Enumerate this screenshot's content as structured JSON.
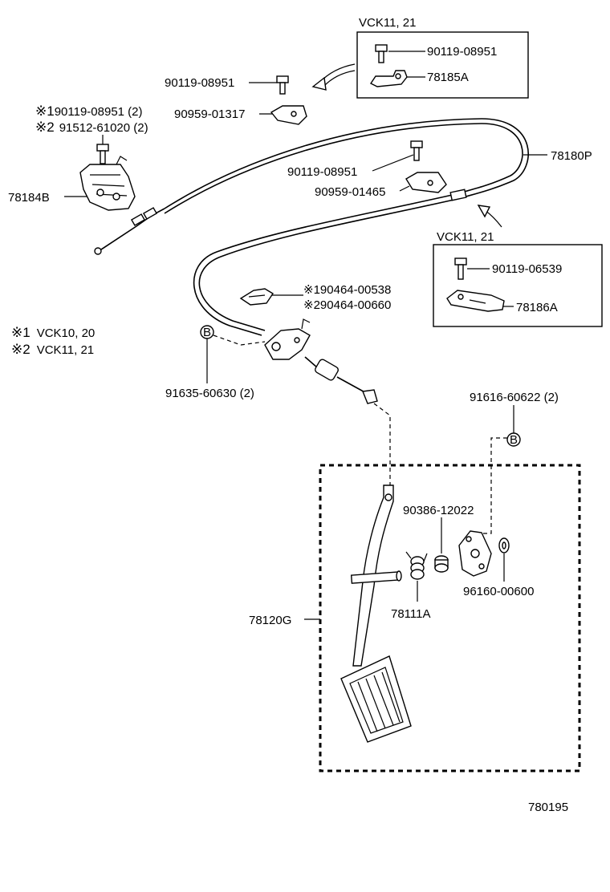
{
  "figure_number": "780195",
  "inset_top": {
    "title": "VCK11, 21",
    "parts": [
      "90119-08951",
      "78185A"
    ]
  },
  "inset_right": {
    "title": "VCK11, 21",
    "parts": [
      "90119-06539",
      "78186A"
    ]
  },
  "legend": [
    {
      "mark": "※1",
      "text": "VCK10, 20"
    },
    {
      "mark": "※2",
      "text": "VCK11, 21"
    }
  ],
  "note_top_left": [
    {
      "mark": "※1",
      "text": "90119-08951 (2)"
    },
    {
      "mark": "※2",
      "text": "91512-61020 (2)"
    }
  ],
  "note_bracket": [
    {
      "mark": "※1",
      "text": "90464-00538"
    },
    {
      "mark": "※2",
      "text": "90464-00660"
    }
  ],
  "labels": {
    "p_90119_08951_top": "90119-08951",
    "p_90959_01317": "90959-01317",
    "p_78184b": "78184B",
    "p_90119_08951_mid": "90119-08951",
    "p_90959_01465": "90959-01465",
    "p_78180p": "78180P",
    "p_91635_60630": "91635-60630 (2)",
    "p_91616_60622": "91616-60622 (2)",
    "p_90386_12022": "90386-12022",
    "p_96160_00600": "96160-00600",
    "p_78111a": "78111A",
    "p_78120g": "78120G",
    "marker_b": "B"
  }
}
